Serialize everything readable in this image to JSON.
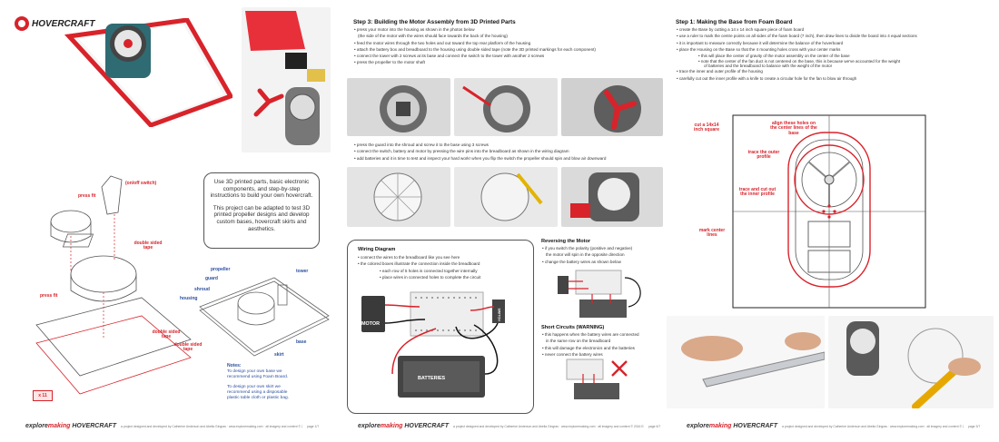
{
  "page1": {
    "logo": "HOVERCRAFT",
    "intro": {
      "p1": "Use 3D printed parts, basic electronic components, and step-by-step instructions to build your own hovercraft.",
      "p2": "This project can be adapted to test 3D printed propeller designs and develop custom bases, hovercraft skirts and aesthetics."
    },
    "exploded_labels": {
      "onoff": "(on/off switch)",
      "press_fit_top": "press fit",
      "double_sided_1": "double sided tape",
      "press_fit_left": "press fit",
      "double_sided_2": "double sided tape",
      "double_sided_3": "double sided tape",
      "qty": "x 11"
    },
    "assembly_labels": {
      "propeller": "propeller",
      "guard": "guard",
      "shroud": "shroud",
      "housing": "housing",
      "tower": "tower",
      "base": "base",
      "skirt": "skirt"
    },
    "notes": {
      "heading": "Notes:",
      "n1": "To design your own base we recommend using Foam Board.",
      "n2": "To design your own skirt we recommend using a disposable plastic table cloth or plastic bag."
    },
    "footer": {
      "brand1": "explore",
      "brand2": "making",
      "brand3": "HOVERCRAFT",
      "credit": "a project designed and developed by Catherine Anderson and Abelia Gingras · www.exploremaking.com · all imagery and content © 2016 Explore Making",
      "page": "page 1/7"
    }
  },
  "page2": {
    "step3_title": "Step 3: Building the Motor Assembly from 3D Printed Parts",
    "step3_bullets": [
      "press your motor into the housing as shown in the photos below",
      "(the side of the motor with the wires should face towards the back of the housing)",
      "feed the motor wires through the two holes and out toward the top rear platform of the housing",
      "attach the battery box and breadboard to the housing using double sided tape (note the 3D printed markings for each component)",
      "connect the tower with 2 screws at its base and connect the switch to the tower with another 2 screws",
      "press the propeller to the motor shaft"
    ],
    "mid_bullets": [
      "press the guard into the shroud and screw it to the base using 3 screws",
      "connect the switch, battery and motor by pressing the wire pins into the breadboard as shown in the  wiring diagram",
      "add batteries and it is time to test and inspect your hard work! when you flip the switch the propeller should spin and blow air downward"
    ],
    "wiring": {
      "title": "Wiring Diagram",
      "bullets": [
        "connect the wires to the breadboard like you see here",
        "the colored boxes illustrate the connection inside the breadboard",
        "each row of 5 holes is connected together internally",
        "place wires in connected holes to complete the circuit"
      ],
      "motor": "MOTOR",
      "batteries": "BATTERIES",
      "switch": "SWITCH"
    },
    "reversing": {
      "title": "Reversing the Motor",
      "bullets": [
        "if you switch the polarity (positive and negative)",
        "the motor will spin in the opposite direction",
        "change the battery wires as shown below"
      ]
    },
    "short": {
      "title": "Short Circuits (WARNING)",
      "bullets": [
        "this happens when the battery wires are connected",
        "in the same row on the breadboard",
        "this will damage the electronics and the batteries",
        "never connect the battery wires"
      ]
    },
    "footer": {
      "brand1": "explore",
      "brand2": "making",
      "brand3": "HOVERCRAFT",
      "credit": "a project designed and developed by Catherine Anderson and Abelia Gingras · www.exploremaking.com · all imagery and content © 2016 Explore Making",
      "page": "page 6/7"
    }
  },
  "page3": {
    "step1_title": "Step 1: Making the Base from Foam Board",
    "bullets": [
      "create the Base by cutting a 14 x 14 inch square piece of foam board",
      "use a ruler to mark the centre points on all sides of the foam board (7 inch), then draw lines to divide the board into 4 equal sections",
      "it is important to measure correctly because it will determine the balance of the hoverboard",
      "place the Housing on the Base so that the 4 mounting holes cross with your center marks",
      "this will place the center of gravity of the motor assembly on the center of the base",
      "note that the center of the fan duct is not centered on the base, this is because we've accounted for the weight",
      "of batteries and the breadboard to balance with the weight of the motor",
      "trace the inner and outer profile of the housing",
      "carefully cut out the inner profile with a knife to create a circular hole for the fan to blow air through"
    ],
    "diagram_labels": {
      "cut": "cut a 14x14 inch square",
      "align": "align these holes on the center lines of the base",
      "outer": "trace the outer profile",
      "inner": "trace and cut out the inner profile",
      "center": "mark center lines"
    },
    "footer": {
      "brand1": "explore",
      "brand2": "making",
      "brand3": "HOVERCRAFT",
      "credit": "a project designed and developed by Catherine Anderson and Abelia Gingras · www.exploremaking.com · all imagery and content © 2016 Explore Making",
      "page": "page 3/7"
    }
  },
  "colors": {
    "brand_red": "#d8232a",
    "label_blue": "#2b4f9e",
    "text": "#333333"
  }
}
